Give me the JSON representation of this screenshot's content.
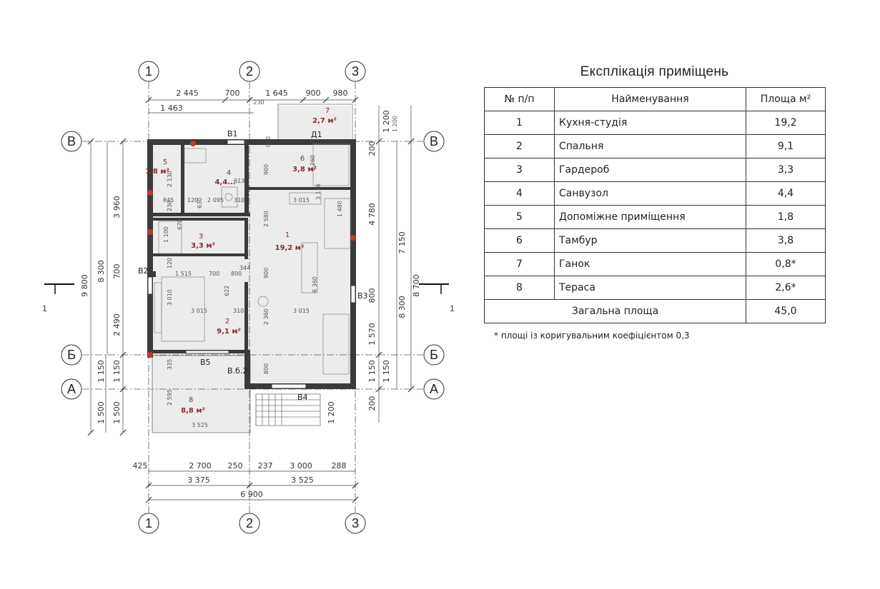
{
  "axes": {
    "vertical": [
      "1",
      "2",
      "3"
    ],
    "horizontal": [
      "В",
      "Б",
      "А"
    ],
    "section_mark": "1"
  },
  "dims": {
    "top_row1": [
      "2 445",
      "700",
      "1 645",
      "900",
      "980"
    ],
    "top_row2": [
      "1 463",
      "230"
    ],
    "bottom_row1": [
      "425",
      "2 700",
      "250",
      "237",
      "3 000",
      "288"
    ],
    "bottom_row2": [
      "3 375",
      "3 525"
    ],
    "bottom_total": "6 900",
    "left_outer": "9 800",
    "left_mid": "8 300",
    "left_inner": [
      "3 960",
      "700",
      "2 490",
      "1 150",
      "1 500"
    ],
    "left_lower": [
      "1 150",
      "1 500"
    ],
    "right_outer": "8 700",
    "right_mid": [
      "7 150",
      "8 300"
    ],
    "right_inner": [
      "1 200",
      "200",
      "4 780",
      "800",
      "1 570",
      "1 150",
      "200",
      "1 200"
    ],
    "right_lower": "1 150",
    "interior": [
      "2 130",
      "845",
      "120",
      "2 095",
      "310",
      "230",
      "613",
      "900",
      "1 260",
      "3 116",
      "3 015",
      "2 580",
      "1 480",
      "670",
      "1 100",
      "120",
      "1 515",
      "700",
      "800",
      "344",
      "622",
      "900",
      "3 010",
      "3 015",
      "310",
      "3 015",
      "6 360",
      "2 360",
      "335",
      "2 595",
      "3 525",
      "800",
      "1 200",
      "630",
      "900"
    ]
  },
  "rooms": [
    {
      "num": "1",
      "area": "19,2 м²"
    },
    {
      "num": "2",
      "area": "9,1 м²"
    },
    {
      "num": "3",
      "area": "3,3 м²"
    },
    {
      "num": "4",
      "area": "4,4..."
    },
    {
      "num": "5",
      "area": "1,8 м²"
    },
    {
      "num": "6",
      "area": "3,8 м²"
    },
    {
      "num": "7",
      "area": "2,7 м²"
    },
    {
      "num": "8",
      "area": "8,8 м²"
    }
  ],
  "openings": [
    "В1",
    "В2",
    "В3",
    "В4",
    "В5",
    "В.б.2",
    "Д1"
  ],
  "explication": {
    "title": "Експлікація приміщень",
    "headers": [
      "№ п/п",
      "Найменування",
      "Площа м²"
    ],
    "rows": [
      {
        "n": "1",
        "name": "Кухня-студія",
        "area": "19,2"
      },
      {
        "n": "2",
        "name": "Спальня",
        "area": "9,1"
      },
      {
        "n": "3",
        "name": "Гардероб",
        "area": "3,3"
      },
      {
        "n": "4",
        "name": "Санвузол",
        "area": "4,4"
      },
      {
        "n": "5",
        "name": "Допоміжне приміщення",
        "area": "1,8"
      },
      {
        "n": "6",
        "name": "Тамбур",
        "area": "3,8"
      },
      {
        "n": "7",
        "name": "Ганок",
        "area": "0,8*"
      },
      {
        "n": "8",
        "name": "Тераса",
        "area": "2,6*"
      }
    ],
    "total_label": "Загальна площа",
    "total_value": "45,0",
    "note": "* площі із коригувальним коефіцієнтом 0,3"
  },
  "colors": {
    "wall": "#3a3a3a",
    "room_label": "#8a2a2a",
    "floor": "#ececec",
    "line": "#333333"
  }
}
